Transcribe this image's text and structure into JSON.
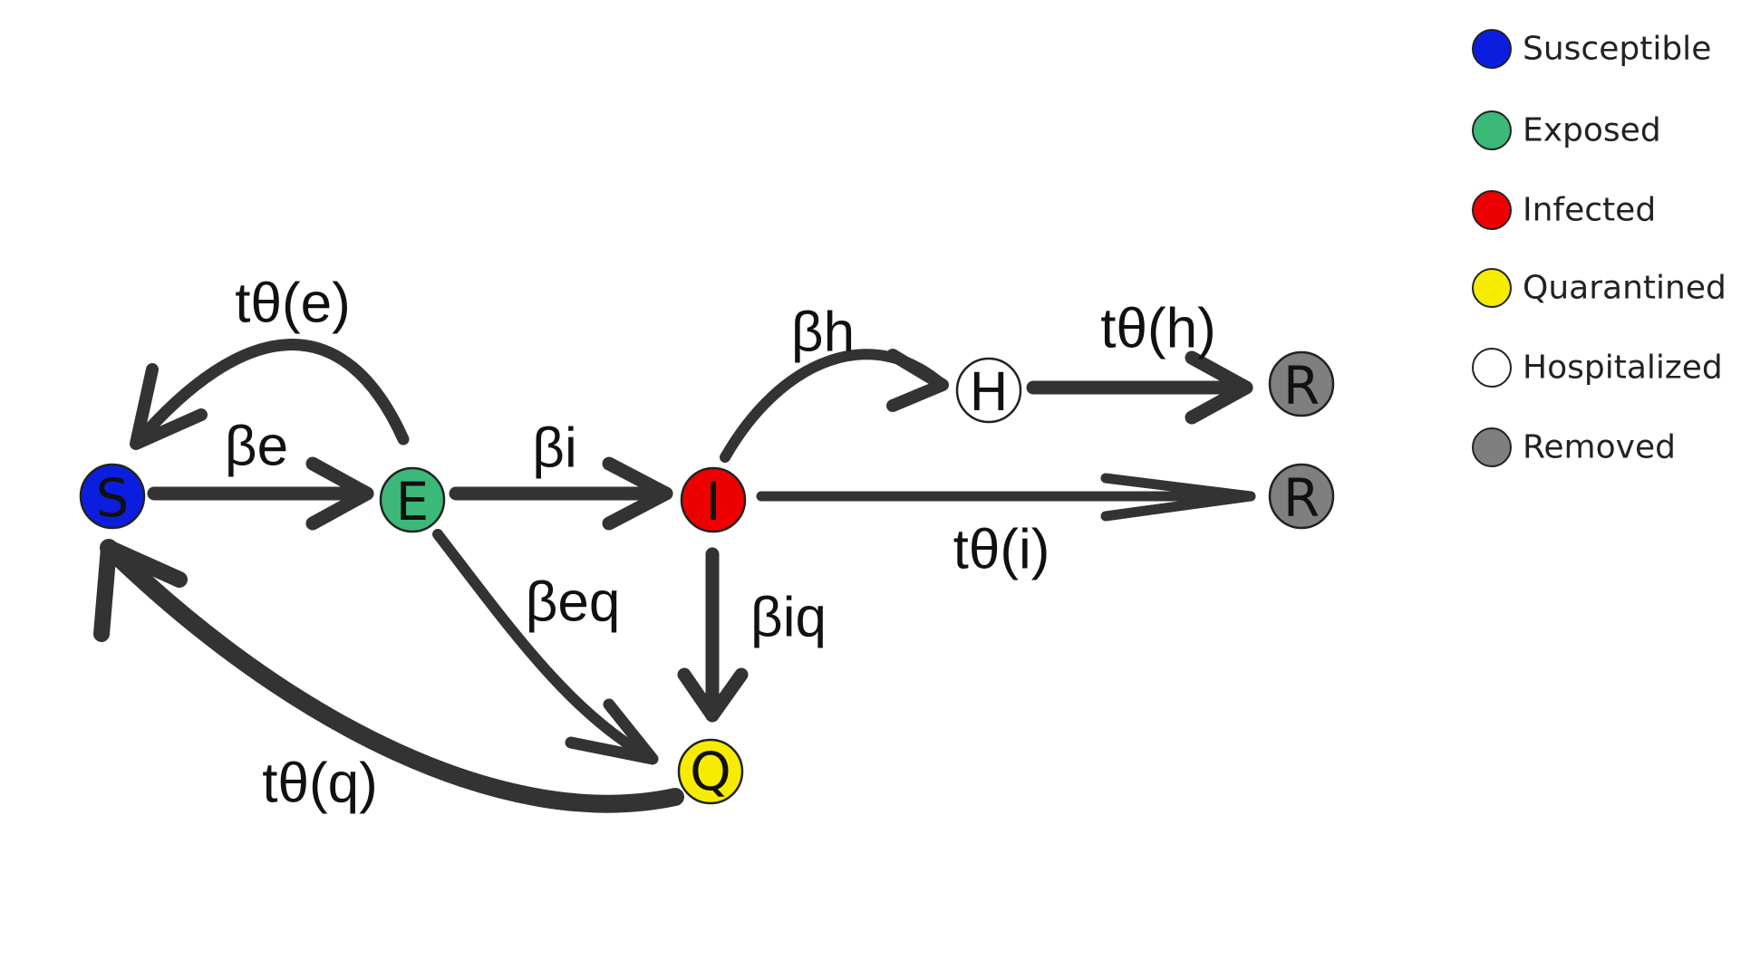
{
  "nodes": {
    "S": {
      "letter": "S",
      "color": "#0b1ee0"
    },
    "E": {
      "letter": "E",
      "color": "#3cb878"
    },
    "I": {
      "letter": "I",
      "color": "#ef0000"
    },
    "Q": {
      "letter": "Q",
      "color": "#f7ec00"
    },
    "H": {
      "letter": "H",
      "color": "#ffffff"
    },
    "R1": {
      "letter": "R",
      "color": "#7f7f7f"
    },
    "R2": {
      "letter": "R",
      "color": "#7f7f7f"
    }
  },
  "edges": {
    "be": "βe",
    "te": "tθ(e)",
    "bi": "βi",
    "bh": "βh",
    "th": "tθ(h)",
    "ti": "tθ(i)",
    "beq": "βeq",
    "biq": "βiq",
    "tq": "tθ(q)"
  },
  "legend": [
    {
      "label": "Susceptible",
      "color": "#0b1ee0"
    },
    {
      "label": "Exposed",
      "color": "#3cb878"
    },
    {
      "label": "Infected",
      "color": "#ef0000"
    },
    {
      "label": "Quarantined",
      "color": "#f7ec00"
    },
    {
      "label": "Hospitalized",
      "color": "#ffffff"
    },
    {
      "label": "Removed",
      "color": "#7f7f7f"
    }
  ]
}
